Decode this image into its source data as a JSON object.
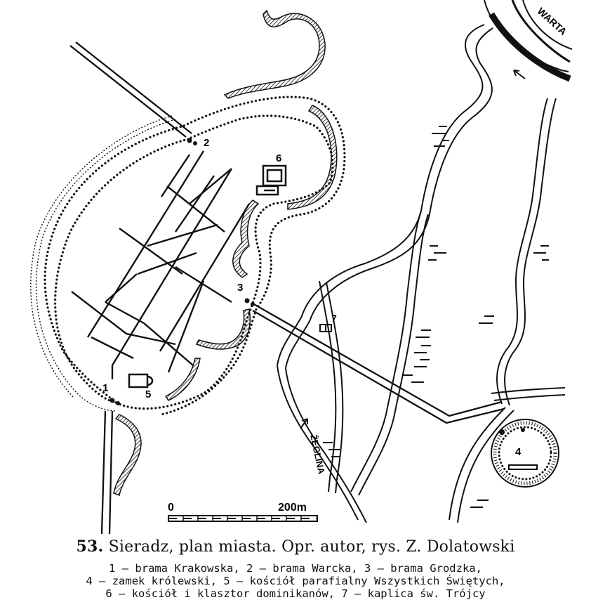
{
  "labels": {
    "river_warta": "WARTA",
    "river_zeglina": "ŻEGLINA",
    "scale_zero": "0",
    "scale_end": "200m",
    "n1": "1",
    "n2": "2",
    "n3": "3",
    "n4": "4",
    "n5": "5",
    "n6": "6",
    "n7": "7"
  },
  "caption": {
    "number": "53.",
    "title": "Sieradz, plan miasta. Opr. autor, rys. Z. Dolatowski"
  },
  "legend": [
    "1 — brama Krakowska, 2 — brama Warcka, 3 — brama Grodzka,",
    "4 — zamek królewski, 5 — kościół parafialny Wszystkich Świętych,",
    "6 — kościół i klasztor dominikanów, 7 — kaplica św. Trójcy"
  ]
}
